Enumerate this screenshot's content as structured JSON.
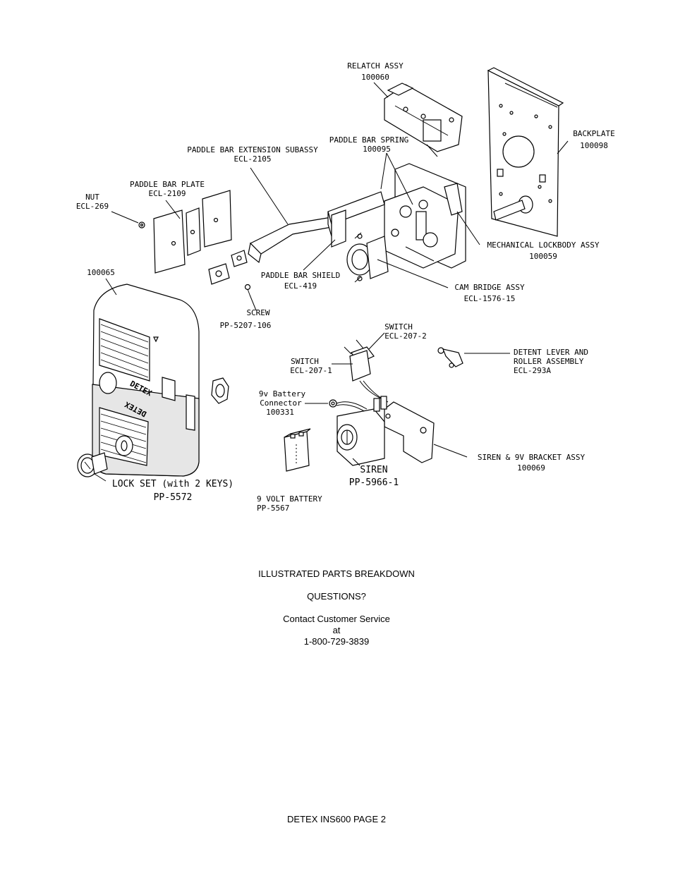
{
  "parts": {
    "relatch": {
      "name": "RELATCH ASSY",
      "num": "100060"
    },
    "backplate": {
      "name": "BACKPLATE",
      "num": "100098"
    },
    "paddle_spring": {
      "name": "PADDLE BAR SPRING",
      "num": "100095"
    },
    "extension": {
      "name": "PADDLE BAR EXTENSION SUBASSY",
      "num": "ECL-2105"
    },
    "paddle_plate": {
      "name": "PADDLE BAR PLATE",
      "num": "ECL-2109"
    },
    "nut": {
      "name": "NUT",
      "num": "ECL-269"
    },
    "lockbody": {
      "name": "MECHANICAL LOCKBODY ASSY",
      "num": "100059"
    },
    "shield": {
      "name": "PADDLE BAR SHIELD",
      "num": "ECL-419"
    },
    "cam_bridge": {
      "name": "CAM BRIDGE ASSY",
      "num": "ECL-1576-15"
    },
    "cover": {
      "num": "100065"
    },
    "screw": {
      "name": "SCREW",
      "num": "PP-5207-106"
    },
    "switch2": {
      "name": "SWITCH",
      "num": "ECL-207-2"
    },
    "switch1": {
      "name": "SWITCH",
      "num": "ECL-207-1"
    },
    "detent": {
      "line1": "DETENT LEVER AND",
      "line2": "ROLLER ASSEMBLY",
      "num": "ECL-293A"
    },
    "battery_connector": {
      "line1": "9v Battery",
      "line2": "Connector",
      "num": "100331"
    },
    "siren_bracket": {
      "name": "SIREN & 9V BRACKET ASSY",
      "num": "100069"
    },
    "siren": {
      "name": "SIREN",
      "num": "PP-5966-1"
    },
    "lockset": {
      "name": "LOCK SET (with 2 KEYS)",
      "num": "PP-5572"
    },
    "battery": {
      "name": "9 VOLT BATTERY",
      "num": "PP-5567"
    },
    "brand": "DETEX"
  },
  "footer": {
    "title": "ILLUSTRATED PARTS BREAKDOWN",
    "questions": "QUESTIONS?",
    "contact": "Contact Customer Service",
    "at": "at",
    "phone": "1-800-729-3839",
    "page": "DETEX INS600 PAGE 2"
  }
}
